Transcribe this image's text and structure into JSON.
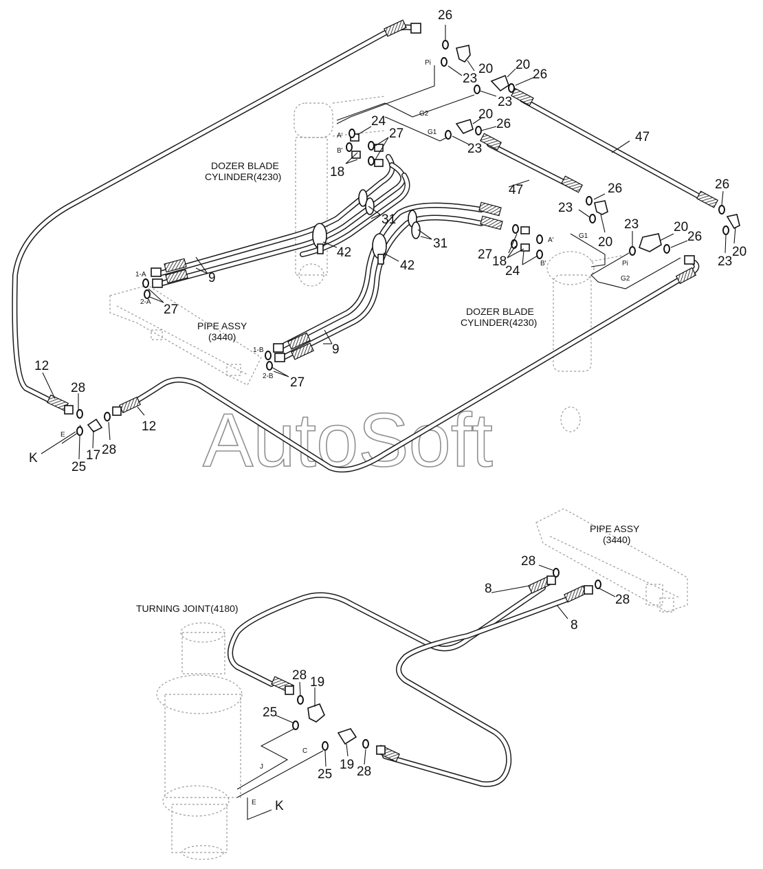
{
  "titles": {
    "dozer_cyl_left_l1": "DOZER BLADE",
    "dozer_cyl_left_l2": "CYLINDER(4230)",
    "dozer_cyl_right_l1": "DOZER BLADE",
    "dozer_cyl_right_l2": "CYLINDER(4230)",
    "pipe_assy_upper_l1": "PIPE ASSY",
    "pipe_assy_upper_l2": "(3440)",
    "pipe_assy_lower_l1": "PIPE ASSY",
    "pipe_assy_lower_l2": "(3440)",
    "turning_joint": "TURNING JOINT(4180)"
  },
  "watermark": "AutoSoft",
  "ports": {
    "pi_top": "Pi",
    "g2_top": "G2",
    "g1_top": "G1",
    "a_left": "A'",
    "b_left": "B'",
    "a_right": "A'",
    "b_right": "B'",
    "g1_right": "G1",
    "pi_right": "Pi",
    "g2_right": "G2",
    "p1a": "1-A",
    "p2a": "2-A",
    "p1b": "1-B",
    "p2b": "2-B",
    "e_upper": "E",
    "e_lower": "E",
    "c_lower": "C",
    "j_lower": "J"
  },
  "callouts": {
    "n26_top": "26",
    "n20_top": "20",
    "n23_top": "23",
    "n20_b": "20",
    "n26_b": "26",
    "n23_b": "23",
    "n20_c": "20",
    "n26_c": "26",
    "n23_c": "23",
    "n47_a": "47",
    "n47_b": "47",
    "n24_l": "24",
    "n27_l": "27",
    "n18_l": "18",
    "n31_l": "31",
    "n42_l": "42",
    "n9_l": "9",
    "n27_pa": "27",
    "n31_r": "31",
    "n42_r": "42",
    "n9_r": "9",
    "n27_pb": "27",
    "n26_r": "26",
    "n23_r": "23",
    "n20_r": "20",
    "n27_r": "27",
    "n18_r": "18",
    "n24_r": "24",
    "n23_pi": "23",
    "n20_pi": "20",
    "n26_pi": "26",
    "n26_fr": "26",
    "n20_fr": "20",
    "n23_fr": "23",
    "n12_l": "12",
    "n28_l": "28",
    "n12_m": "12",
    "n28_m": "28",
    "n25_k": "25",
    "n17": "17",
    "k_upper": "K",
    "n28_pa": "28",
    "n28_pb": "28",
    "n8_a": "8",
    "n8_b": "8",
    "n28_tj": "28",
    "n19_tj": "19",
    "n25_tj": "25",
    "n25_c": "25",
    "n19_c": "19",
    "n28_c": "28",
    "k_lower": "K"
  }
}
